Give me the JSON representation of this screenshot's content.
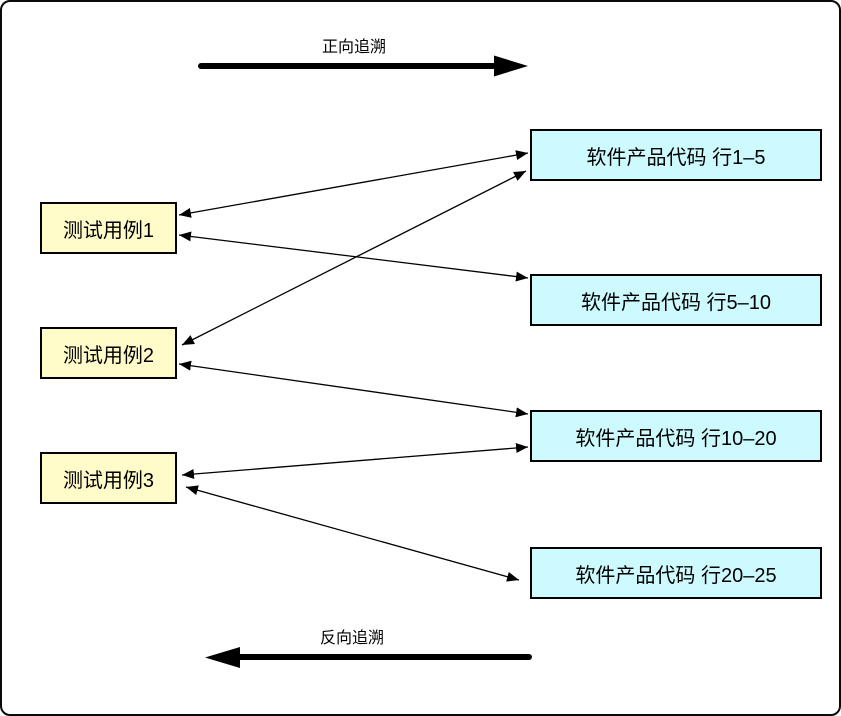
{
  "diagram": {
    "title_note": "",
    "flow_arrows": {
      "forward": {
        "label": "正向追溯",
        "direction": "right"
      },
      "backward": {
        "label": "反向追溯",
        "direction": "left"
      }
    },
    "test_cases": [
      {
        "id": "tc1",
        "label": "测试用例1"
      },
      {
        "id": "tc2",
        "label": "测试用例2"
      },
      {
        "id": "tc3",
        "label": "测试用例3"
      }
    ],
    "code_blocks": [
      {
        "id": "code1",
        "label": "软件产品代码 行1–5"
      },
      {
        "id": "code2",
        "label": "软件产品代码 行5–10"
      },
      {
        "id": "code3",
        "label": "软件产品代码 行10–20"
      },
      {
        "id": "code4",
        "label": "软件产品代码 行20–25"
      }
    ],
    "connections": [
      {
        "from": "tc1",
        "to": "code1",
        "bidirectional": true
      },
      {
        "from": "tc1",
        "to": "code2",
        "bidirectional": true
      },
      {
        "from": "tc2",
        "to": "code1",
        "bidirectional": true
      },
      {
        "from": "tc2",
        "to": "code3",
        "bidirectional": true
      },
      {
        "from": "tc3",
        "to": "code3",
        "bidirectional": true
      },
      {
        "from": "tc3",
        "to": "code4",
        "bidirectional": true
      }
    ],
    "colors": {
      "test_case_fill": "#FFFCCA",
      "code_block_fill": "#CCFAFF",
      "stroke": "#000000",
      "background": "#FFFFFF"
    }
  }
}
